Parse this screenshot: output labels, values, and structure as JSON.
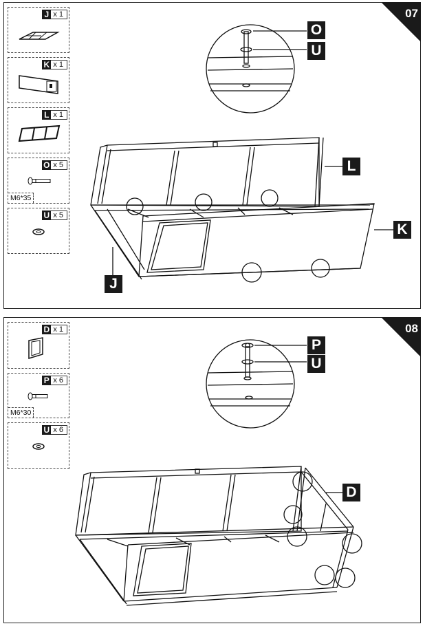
{
  "steps": [
    {
      "number": "07",
      "parts": [
        {
          "letter": "J",
          "qty": "x 1",
          "icon": "j-panel-icon"
        },
        {
          "letter": "K",
          "qty": "x 1",
          "icon": "k-panel-icon"
        },
        {
          "letter": "L",
          "qty": "x 1",
          "icon": "l-frame-icon"
        },
        {
          "letter": "O",
          "qty": "x 5",
          "icon": "bolt-icon",
          "spec": "M6*35"
        },
        {
          "letter": "U",
          "qty": "x 5",
          "icon": "washer-icon"
        }
      ],
      "callouts": {
        "bolt": "O",
        "washer": "U",
        "frame": "L",
        "side_panel": "K",
        "end_panel": "J"
      }
    },
    {
      "number": "08",
      "parts": [
        {
          "letter": "D",
          "qty": "x 1",
          "icon": "d-panel-icon"
        },
        {
          "letter": "P",
          "qty": "x 6",
          "icon": "bolt-icon",
          "spec": "M6*30"
        },
        {
          "letter": "U",
          "qty": "x 6",
          "icon": "washer-icon"
        }
      ],
      "callouts": {
        "bolt": "P",
        "washer": "U",
        "door_panel": "D"
      }
    }
  ]
}
